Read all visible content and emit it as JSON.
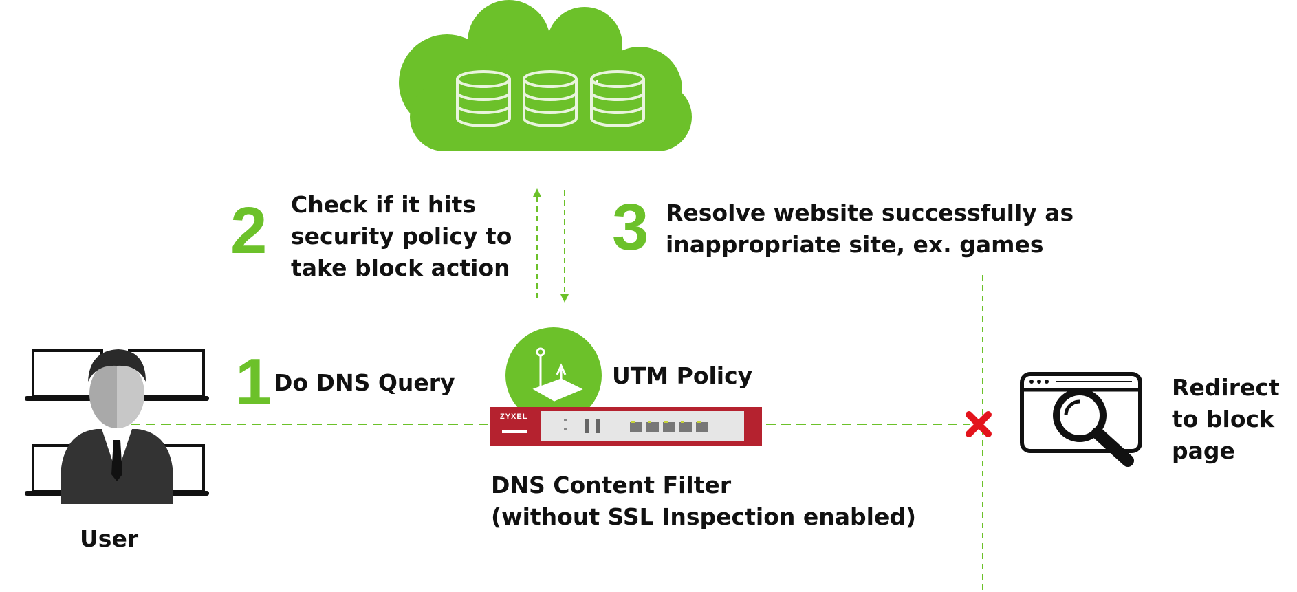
{
  "steps": {
    "step1": {
      "number": "1",
      "text": "Do DNS Query"
    },
    "step2": {
      "number": "2",
      "lines": [
        "Check if it hits",
        "security policy to",
        "take block action"
      ]
    },
    "step3": {
      "number": "3",
      "lines": [
        "Resolve website successfully as",
        "inappropriate site, ex. games"
      ]
    }
  },
  "labels": {
    "user": "User",
    "utm_policy": "UTM Policy",
    "dns_filter": [
      "DNS Content Filter",
      "(without SSL Inspection enabled)"
    ],
    "redirect": [
      "Redirect",
      "to block",
      "page"
    ],
    "device_brand": "ZYXEL"
  },
  "colors": {
    "accent_green": "#6cc12a",
    "device_red": "#b5222f",
    "block_red": "#e3141c"
  },
  "icons": [
    "cloud-database-icon",
    "user-icon",
    "laptop-icon",
    "utm-policy-icon",
    "firewall-device-icon",
    "block-x-icon",
    "browser-search-icon"
  ]
}
